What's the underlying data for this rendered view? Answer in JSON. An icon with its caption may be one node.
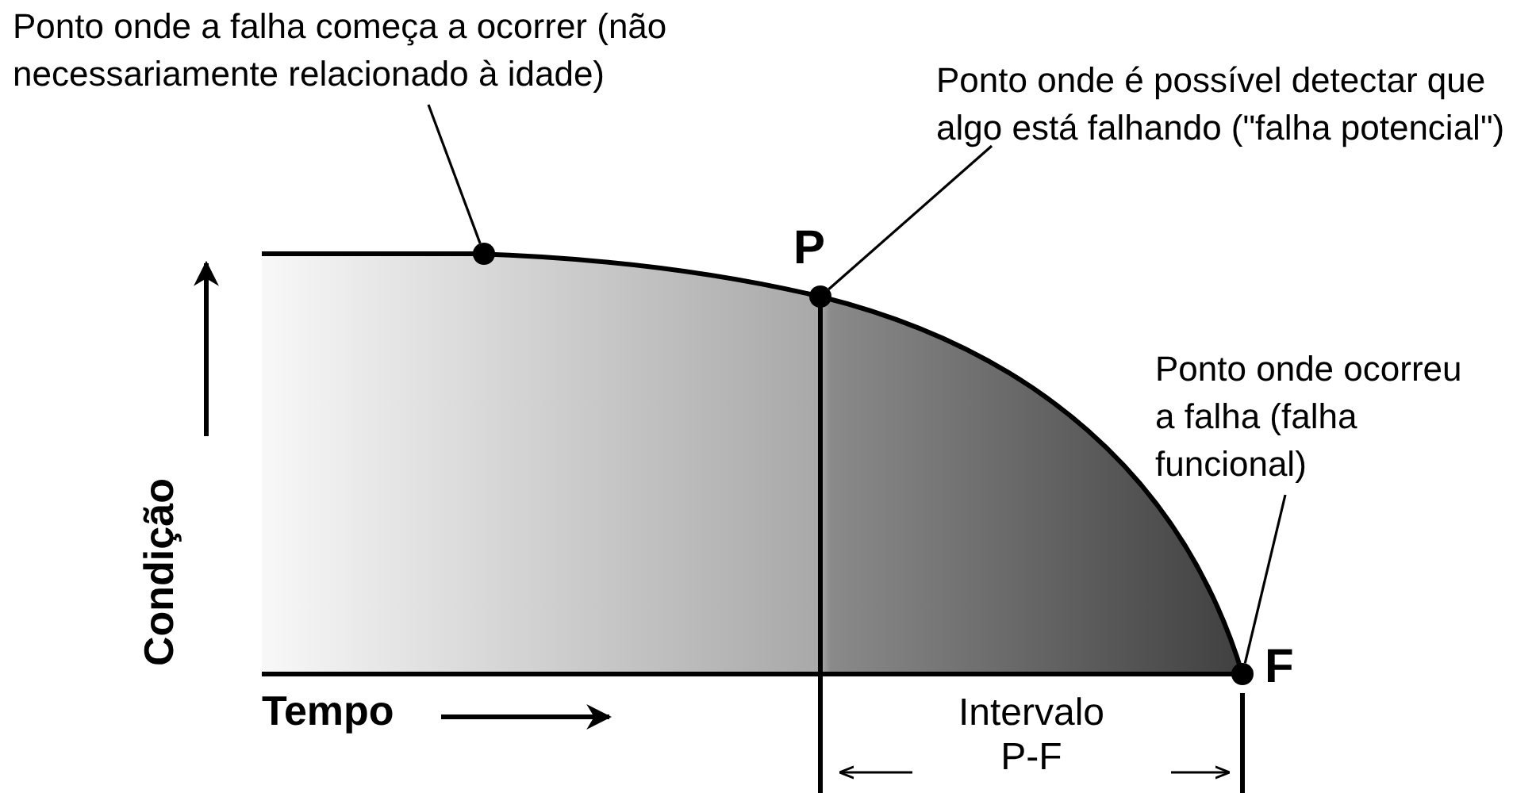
{
  "diagram": {
    "nodes": [
      {
        "text": [
          "Ponto onde a falha começa a ocorrer (não necessariamente relacionado à idade)"
        ]
      },
      {
        "text": [],
        "shape": "circle"
      },
      {
        "text": [
          "Ponto onde é possível detectar que algo está falhando (\"falha potencial\")"
        ]
      },
      {
        "text": [],
        "shape": "circle",
        "beside": [
          "P"
        ]
      },
      {
        "text": [
          "Ponto onde ocorreu a falha (falha funcional)"
        ]
      },
      {
        "text": [],
        "shape": "circle",
        "beside": [
          "F"
        ]
      }
    ],
    "edges": [
      {
        "from": 0,
        "to": 1,
        "arrow": "none"
      },
      {
        "from": 2,
        "to": 3,
        "arrow": "none"
      },
      {
        "from": 4,
        "to": 5,
        "arrow": "none"
      }
    ],
    "labels": [
      "Condição",
      "Tempo",
      "Intervalo P-F"
    ]
  }
}
